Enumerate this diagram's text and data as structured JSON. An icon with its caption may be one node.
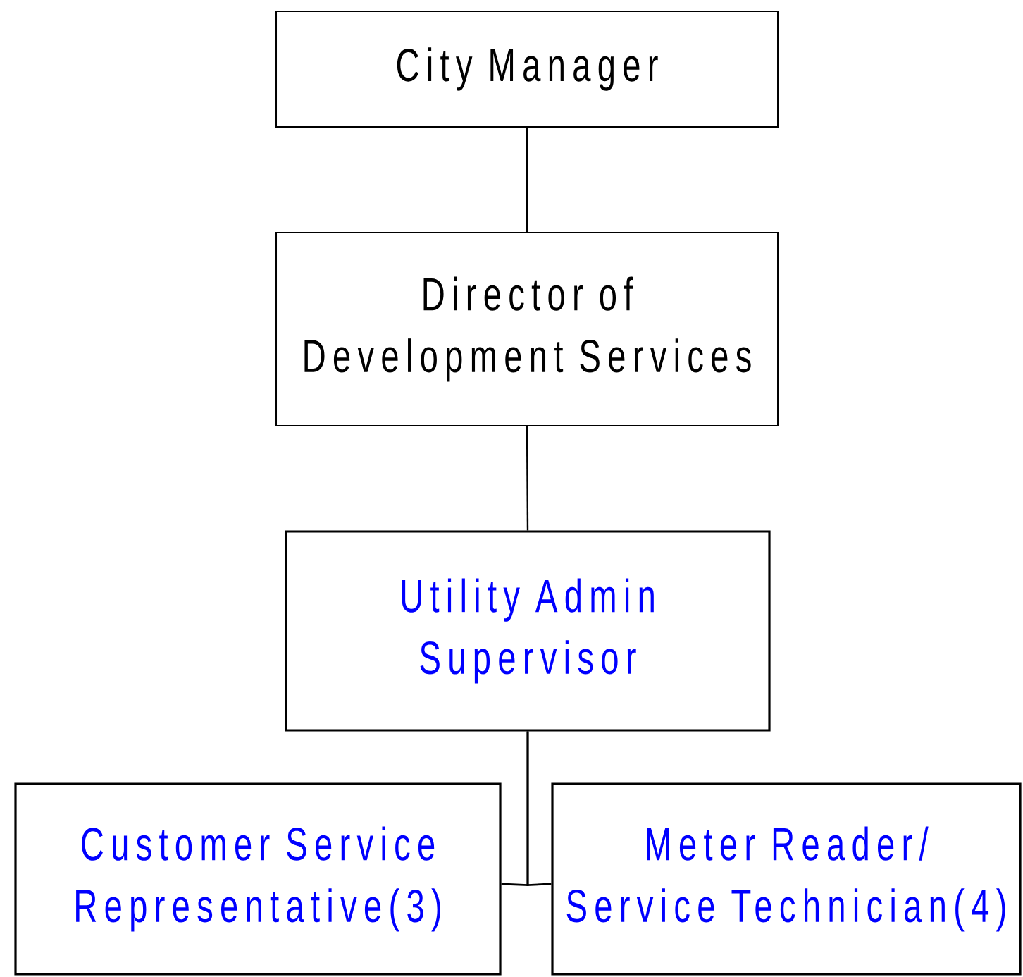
{
  "diagram": {
    "nodes": [
      {
        "text": [
          "City Manager"
        ]
      },
      {
        "text": [
          "Director of Development Services"
        ]
      },
      {
        "text": [
          "Utility Admin Supervisor"
        ]
      },
      {
        "text": [
          "Customer Service Representative(3)"
        ]
      },
      {
        "text": [
          "Meter Reader/ Service Technician(4)"
        ]
      }
    ],
    "edges": [
      {
        "from": 0,
        "to": 1,
        "arrow": "none"
      },
      {
        "from": 1,
        "to": 2,
        "arrow": "none"
      },
      {
        "from": 2,
        "to": 3,
        "arrow": "none"
      },
      {
        "from": 2,
        "to": 4,
        "arrow": "none"
      }
    ]
  }
}
